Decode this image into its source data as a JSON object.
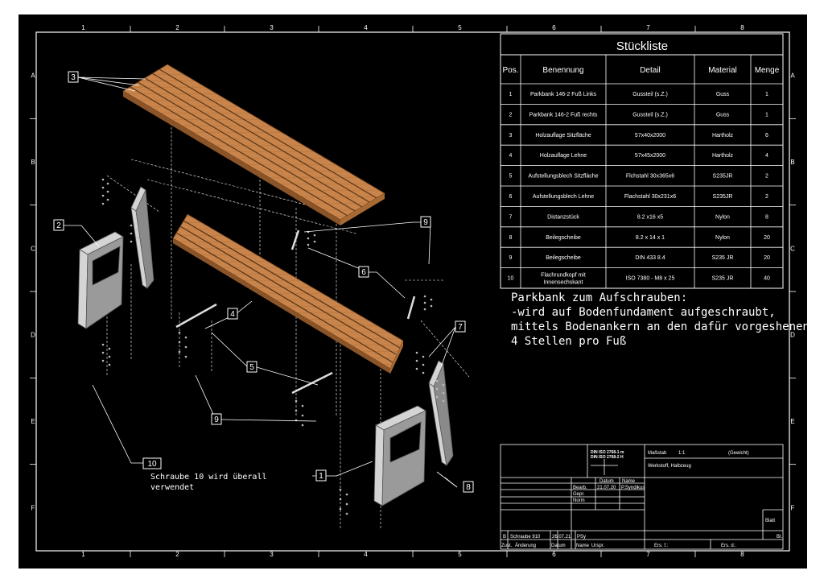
{
  "grid": {
    "columns": [
      "1",
      "2",
      "3",
      "4",
      "5",
      "6",
      "7",
      "8"
    ],
    "rows": [
      "A",
      "B",
      "C",
      "D",
      "E",
      "F"
    ]
  },
  "parts_list": {
    "title": "Stückliste",
    "headers": [
      "Pos.",
      "Benennung",
      "Detail",
      "Material",
      "Menge"
    ],
    "rows": [
      [
        "1",
        "Parkbank 146-2 Fuß Links",
        "Gussteil (s.Z.)",
        "Guss",
        "1"
      ],
      [
        "2",
        "Parkbank 146-2 Fuß rechts",
        "Gussteil (s.Z.)",
        "Guss",
        "1"
      ],
      [
        "3",
        "Holzauflage Sitzfläche",
        "57x40x2000",
        "Hartholz",
        "6"
      ],
      [
        "4",
        "Holzauflage Lehne",
        "57x45x2000",
        "Hartholz",
        "4"
      ],
      [
        "5",
        "Aufstellungsblech Sitzfläche",
        "Flchstahl 30x365x6",
        "S235JR",
        "2"
      ],
      [
        "6",
        "Aufstellungsblech Lehne",
        "Flachstahl 30x231x6",
        "S235JR",
        "2"
      ],
      [
        "7",
        "Distanzstück",
        "8.2 x16 x5",
        "Nylon",
        "8"
      ],
      [
        "8",
        "Beilegscheibe",
        "8.2 x 14 x 1",
        "Nylon",
        "20"
      ],
      [
        "9",
        "Beilegscheibe",
        "DIN 433 8.4",
        "S235 JR",
        "20"
      ],
      [
        "10",
        "Flachrundkopf mit Innensechskant",
        "ISO 7380 - M8 x 25",
        "S235 JR",
        "40"
      ]
    ]
  },
  "note": {
    "line1": "Parkbank zum Aufschrauben:",
    "line2": "-wird auf Bodenfundament aufgeschraubt,",
    "line3": "mittels Bodenankern an den dafür vorgeshenen",
    "line4": "4 Stellen pro Fuß"
  },
  "callouts": {
    "c1": "1",
    "c2": "2",
    "c3": "3",
    "c4": "4",
    "c5": "5",
    "c6": "6",
    "c7": "7",
    "c8": "8",
    "c9a": "9",
    "c9b": "9",
    "c10": "10",
    "screw_note_1": "Schraube 10 wird überall",
    "screw_note_2": "verwendet"
  },
  "title_block": {
    "tolerance_1": "DIN ISO 2768-1 m",
    "tolerance_2": "DIN ISO 2768-2 H",
    "scale_label": "Maßstab",
    "scale_value": "1:1",
    "weight_label": "(Gewicht)",
    "material_label": "Werkstoff, Halbzeug",
    "date_label": "Datum",
    "name_label": "Name",
    "bearb_label": "Bearb.",
    "bearb_date": "21.07.20",
    "bearb_name": "P.Syndikus",
    "gepr_label": "Gepr.",
    "norm_label": "Norm",
    "blatt_label": "Blatt",
    "bl_label": "Bl.",
    "rev_mark": "B",
    "rev_text": "Schraube 910",
    "rev_date": "26.07.21",
    "rev_name": "PSy",
    "zust_label": "Zust.",
    "aenderung_label": "Änderung",
    "datum2_label": "Datum",
    "name2_label": "Name",
    "urspr_label": "Urspr.",
    "ers_f_label": "Ers. f.:",
    "ers_d_label": "Ers. d.:"
  },
  "colors": {
    "background": "#000000",
    "line": "#ffffff",
    "wood": "#c8844a",
    "wood_dark": "#8a5428",
    "metal": "#d4d4d4"
  }
}
